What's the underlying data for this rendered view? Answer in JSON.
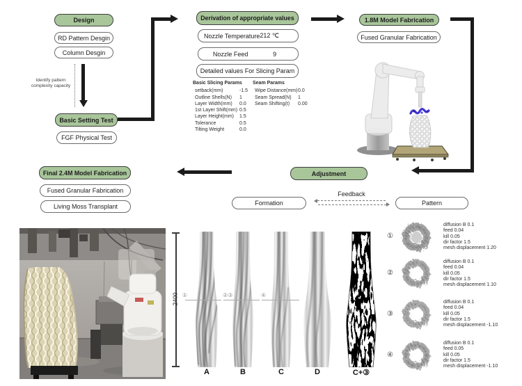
{
  "colors": {
    "accent_green": "#a8c69a",
    "connector_black": "#1b1b1b",
    "box_border": "#6b6b6b"
  },
  "flow": {
    "design": {
      "title": "Design",
      "item1": "RD Pattern Desgin",
      "item2": "Column Desgin"
    },
    "identify_note": "Identify pattern complexity capacity",
    "basic_setting": {
      "title": "Basic Setting Test",
      "item1": "FGF Physical Test"
    },
    "derivation": {
      "title": "Derivation of appropriate values",
      "row1": {
        "label": "Nozzle Temperature",
        "value": "212 ℃"
      },
      "row2": {
        "label": "Nozzle Feed",
        "value": "9"
      },
      "detail_box": "Detailed values For Slicing Param",
      "basic_params": {
        "title": "Basic Slicing Params",
        "rows": [
          [
            "setback(mm)",
            "-1.5"
          ],
          [
            "Outline Shells(N)",
            "1"
          ],
          [
            "Layer Width(mm)",
            "0.0"
          ],
          [
            "1st Layer Shift(mm)",
            "0.5"
          ],
          [
            "Layer Height(mm)",
            "1.5"
          ],
          [
            "Tolerance",
            "0.5"
          ],
          [
            "Tilting Weight",
            "0.0"
          ]
        ]
      },
      "seam_params": {
        "title": "Seam Params",
        "rows": [
          [
            "Wipe Distance(mm)",
            "0.0"
          ],
          [
            "Seam Spread(N)",
            "1"
          ],
          [
            "Seam Shifting(t)",
            "0.00"
          ]
        ]
      }
    },
    "fab_18m": {
      "title": "1.8M Model Fabrication",
      "item1": "Fused Granular Fabrication"
    },
    "adjustment": {
      "title": "Adjustment"
    },
    "final_24m": {
      "title": "Final 2.4M Model Fabrication",
      "item1": "Fused Granular Fabrication",
      "item2": "Living Moss Transplant"
    },
    "formation": "Formation",
    "feedback": "Feedback",
    "pattern": "Pattern"
  },
  "columns": {
    "height_label": "2400",
    "marker_a": "①",
    "marker_b": "②③",
    "marker_c": "④",
    "labels": {
      "a": "A",
      "b": "B",
      "c": "C",
      "d": "D",
      "e": "C+③"
    }
  },
  "patterns": [
    {
      "id": "①",
      "params": [
        "diffusion B 0.1",
        "feed 0.04",
        "kill 0.05",
        "dir factor 1.5",
        "mesh displacement 1.20"
      ]
    },
    {
      "id": "②",
      "params": [
        "diffusion B 0.1",
        "feed 0.04",
        "kill 0.05",
        "dir factor 1.5",
        "mesh displacement 1.10"
      ]
    },
    {
      "id": "③",
      "params": [
        "diffusion B 0.1",
        "feed 0.04",
        "kill 0.05",
        "dir factor 1.5",
        "mesh displacement -1.10"
      ]
    },
    {
      "id": "④",
      "params": [
        "diffusion B 0.1",
        "feed 0.05",
        "kill 0.05",
        "dir factor 1.5",
        "mesh displacement -1.10"
      ]
    }
  ]
}
